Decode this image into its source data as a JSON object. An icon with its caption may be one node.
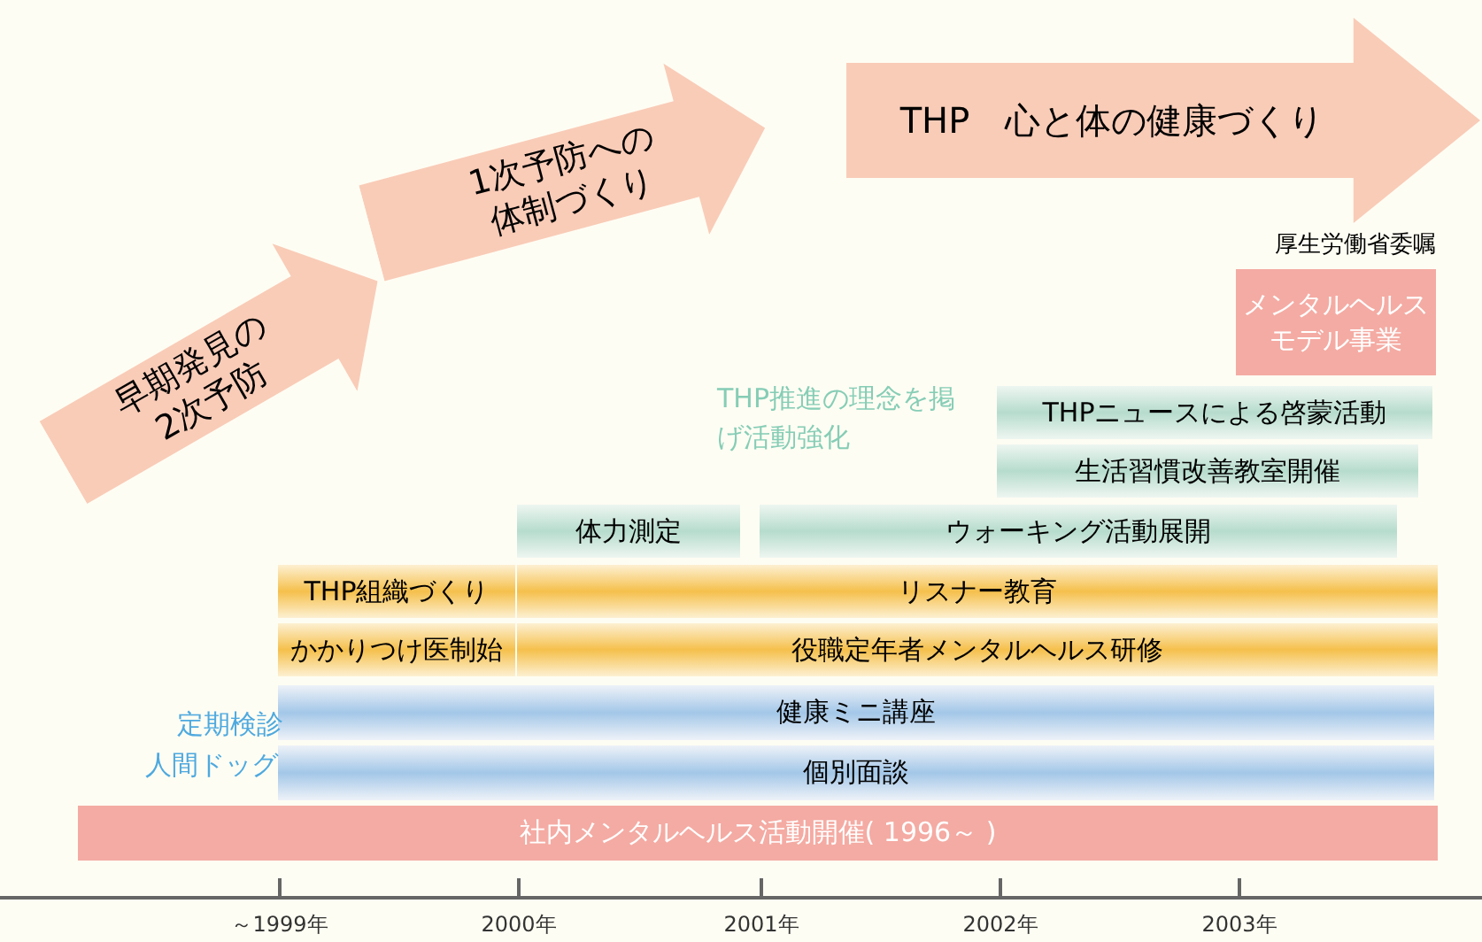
{
  "diagram": {
    "nodes": [
      {
        "text": [
          "早期発見の2次予防"
        ]
      },
      {
        "text": [
          "1次予防への体制づくり"
        ]
      },
      {
        "text": [
          "THP　心と体の健康づくり"
        ]
      },
      {
        "text": [
          "メンタルヘルスモデル事業"
        ],
        "beside": [
          "厚生労働省委嘱"
        ]
      },
      {
        "text": [
          "THPニュースによる啓蒙活動"
        ]
      },
      {
        "text": [
          "生活習慣改善教室開催"
        ]
      },
      {
        "text": [
          "体力測定"
        ]
      },
      {
        "text": [
          "ウォーキング活動展開"
        ]
      },
      {
        "text": [
          "THP組織づくり"
        ]
      },
      {
        "text": [
          "リスナー教育"
        ]
      },
      {
        "text": [
          "かかりつけ医制始"
        ]
      },
      {
        "text": [
          "役職定年者メンタルヘルス研修"
        ]
      },
      {
        "text": [
          "健康ミニ講座"
        ]
      },
      {
        "text": [
          "個別面談"
        ]
      },
      {
        "text": [
          "社内メンタルヘルス活動開催( 1996～ )"
        ]
      }
    ],
    "labels": [
      "THP推進の理念を掲げ活動強化",
      "定期検診",
      "人間ドッグ",
      "～1999年",
      "2000年",
      "2001年",
      "2002年",
      "2003年"
    ]
  }
}
